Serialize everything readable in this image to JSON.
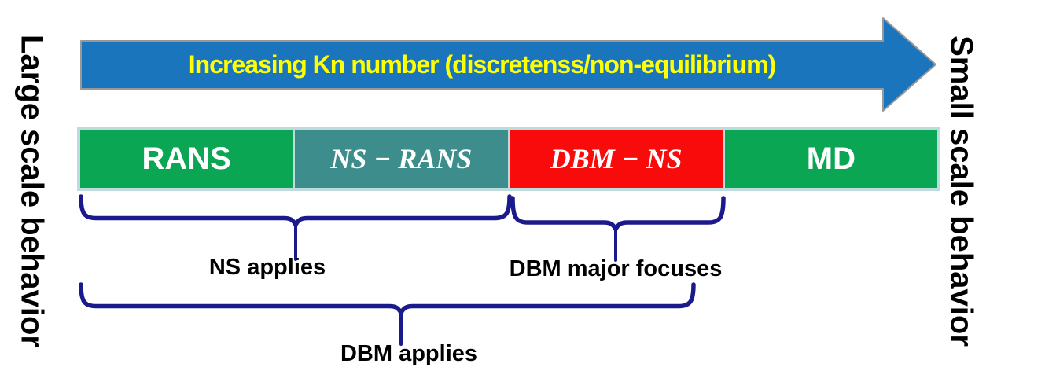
{
  "arrow": {
    "label": "Increasing Kn number (discretenss/non-equilibrium)",
    "fill_color": "#1B75BD",
    "text_color": "#FFFF00"
  },
  "side_labels": {
    "left": "Large scale behavior",
    "right": "Small scale behavior"
  },
  "scale_bar": {
    "border_color": "#BDDADD",
    "segments": [
      {
        "label": "RANS",
        "color": "#0AA653",
        "text_style": "sans"
      },
      {
        "label": "NS − RANS",
        "color": "#3E8D8D",
        "text_style": "math"
      },
      {
        "label": "DBM − NS",
        "color": "#FA0B0B",
        "text_style": "math"
      },
      {
        "label": "MD",
        "color": "#0AA653",
        "text_style": "sans"
      }
    ]
  },
  "annotations": [
    {
      "label": "NS applies",
      "covers": "RANS + NS−RANS"
    },
    {
      "label": "DBM major focuses",
      "covers": "DBM−NS"
    },
    {
      "label": "DBM applies",
      "covers": "RANS + NS−RANS + DBM−NS"
    }
  ],
  "colors": {
    "brace": "#1A1A8C",
    "arrow_outline": "#989898",
    "label_text": "#000000"
  }
}
